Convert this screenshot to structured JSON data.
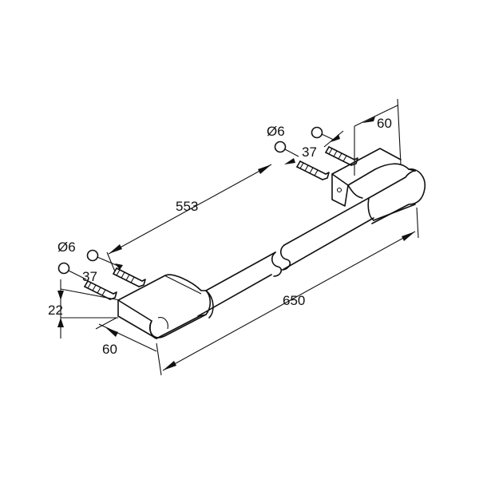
{
  "drawing": {
    "dimensions": {
      "hole_diameter_left": "Ø6",
      "hole_diameter_right": "Ø6",
      "screw_length_left": "37",
      "screw_length_right": "37",
      "hole_spacing": "553",
      "overall_length": "650",
      "height": "22",
      "depth_left": "60",
      "depth_right": "60"
    },
    "colors": {
      "line": "#111111",
      "background": "#ffffff"
    }
  }
}
